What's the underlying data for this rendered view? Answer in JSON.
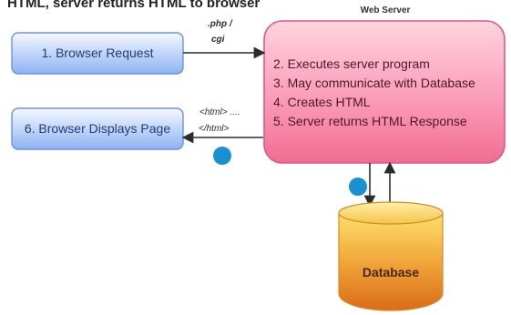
{
  "header": {
    "caption": "HTML, server returns HTML to browser"
  },
  "labels": {
    "web_server_title": "Web Server",
    "php_cgi_top": ".php /",
    "php_cgi_bottom": "cgi",
    "html_top": "<html> ....",
    "html_bottom": "</html>"
  },
  "nodes": {
    "browser_request": "1. Browser  Request",
    "browser_displays": "6. Browser  Displays Page",
    "server_lines": [
      "2. Executes server program",
      "3. May communicate with Database",
      "4. Creates HTML",
      "5. Server returns HTML Response"
    ],
    "database": "Database"
  },
  "colors": {
    "browser_box_top": "#f6f8ff",
    "browser_box_bottom": "#8db3f1",
    "browser_box_border": "#6e93d6",
    "server_top": "#ffd4de",
    "server_bottom": "#f06d93",
    "server_border": "#dc5a82",
    "database_top": "#ffe06a",
    "database_mid": "#f0a63a",
    "database_bottom": "#d96c18",
    "badge": "#1b8fd3"
  }
}
